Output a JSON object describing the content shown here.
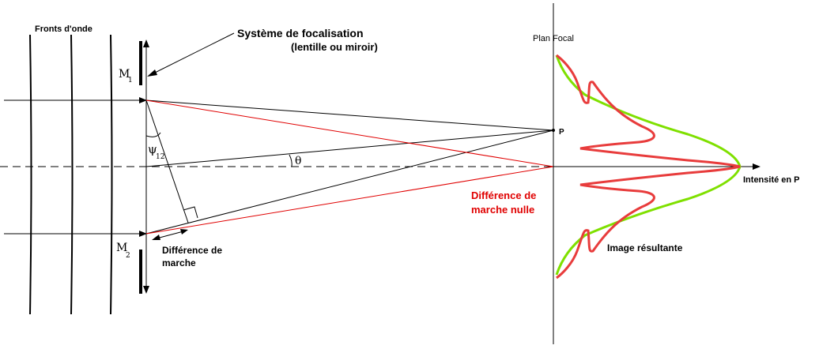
{
  "labels": {
    "wavefronts": "Fronts d'onde",
    "focusing_system": "Système de focalisation",
    "focusing_system_detail": "(lentille ou miroir)",
    "focal_plane": "Plan Focal",
    "mirror_1": "M",
    "mirror_1_sub": "1",
    "mirror_2": "M",
    "mirror_2_sub": "2",
    "psi": "ψ",
    "psi_sub": "12",
    "theta": "θ",
    "point_p": "P",
    "path_difference_line1": "Différence de",
    "path_difference_line2": "marche",
    "zero_path_difference_line1": "Différence de",
    "zero_path_difference_line2": "marche nulle",
    "intensity": "Intensité en P",
    "resulting_image": "Image résultante"
  },
  "colors": {
    "ink": "#000000",
    "red_rays": "#e00000",
    "envelope_curve": "#7fe000",
    "fringe_curve": "#e83c3c"
  }
}
